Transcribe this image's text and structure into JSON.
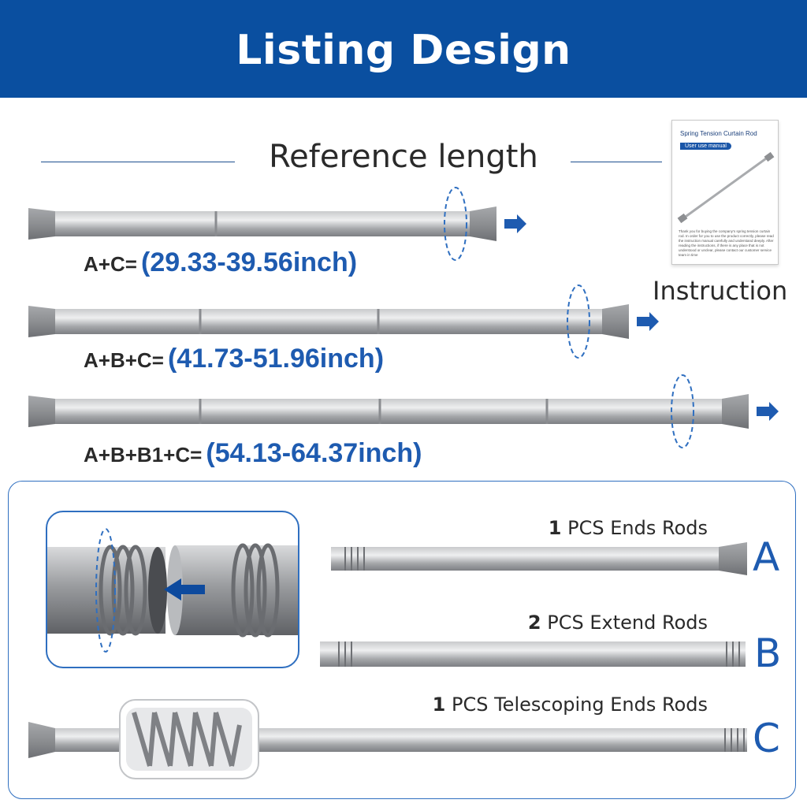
{
  "banner": {
    "title": "Listing Design"
  },
  "reference": {
    "title": "Reference length"
  },
  "formulas": [
    {
      "label": "A+C=",
      "value": "(29.33-39.56inch)"
    },
    {
      "label": "A+B+C=",
      "value": "(41.73-51.96inch)"
    },
    {
      "label": "A+B+B1+C=",
      "value": "(54.13-64.37inch)"
    }
  ],
  "manual": {
    "title": "Spring Tension Curtain Rod",
    "badge": "User use manual",
    "text": "Thank you for buying the company's spring tension curtain rod. In order for you to use the product correctly, please read the instruction manual carefully and understand deeply. After reading the instructions, if there is any place that is not understood or unclear, please contact our customer service team in time"
  },
  "instruction_label": "Instruction",
  "parts": [
    {
      "qty": "1",
      "name": "PCS Ends Rods",
      "letter": "A"
    },
    {
      "qty": "2",
      "name": "PCS Extend Rods",
      "letter": "B"
    },
    {
      "qty": "1",
      "name": "PCS Telescoping Ends Rods",
      "letter": "C"
    }
  ],
  "colors": {
    "brand_blue": "#0a4fa0",
    "accent_blue": "#1e5bb0",
    "rod_silver": "#a9abae",
    "cap_gray": "#8d8f92"
  },
  "icons": [
    "rotate-arrow-icon",
    "right-arrow-icon",
    "insert-arrow-icon"
  ]
}
